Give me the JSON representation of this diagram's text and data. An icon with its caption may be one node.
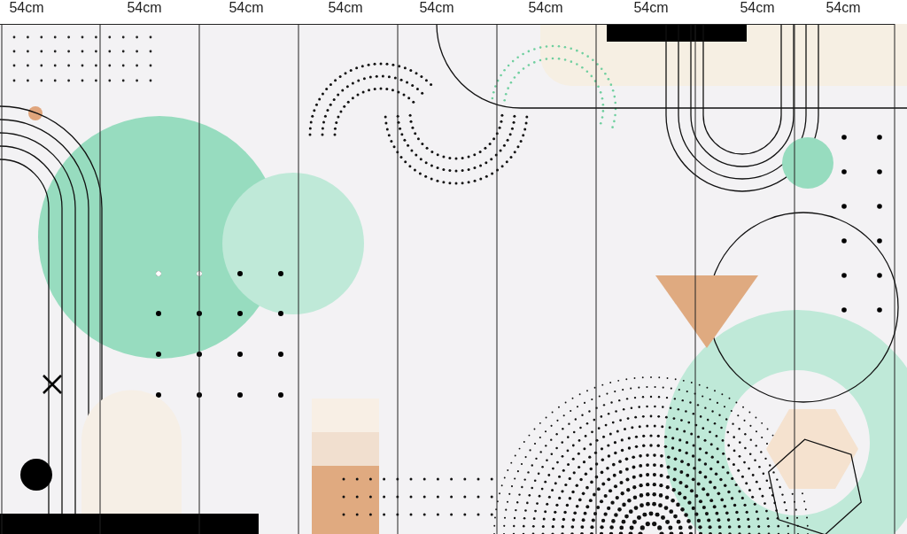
{
  "diagram": {
    "labels": [
      "54cm",
      "54cm",
      "54cm",
      "54cm",
      "54cm",
      "54cm",
      "54cm",
      "54cm",
      "54cm"
    ]
  }
}
